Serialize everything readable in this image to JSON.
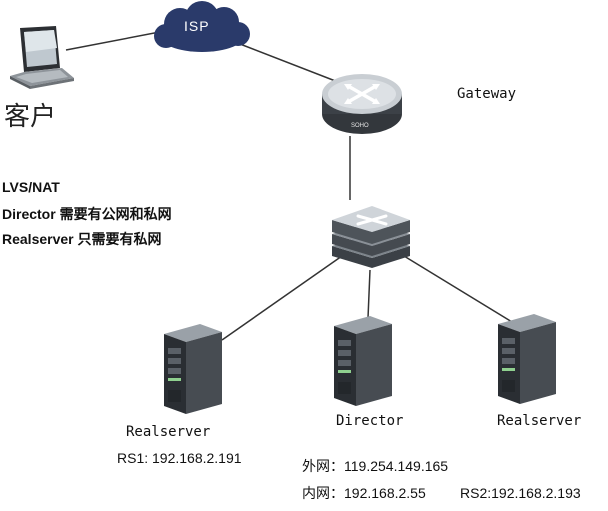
{
  "title": {
    "line1": "LVS/NAT",
    "line2": "Director 需要有公网和私网",
    "line3": "Realserver 只需要有私网"
  },
  "nodes": {
    "client": {
      "label": "客户",
      "icon": "laptop-icon"
    },
    "isp": {
      "label": "ISP",
      "icon": "cloud-icon",
      "color": "#2a3a6a"
    },
    "gateway": {
      "label": "Gateway",
      "icon": "router-icon",
      "badge": "SOHO"
    },
    "switch": {
      "icon": "switch-icon"
    },
    "realserver1": {
      "label": "Realserver",
      "ip": "RS1: 192.168.2.191",
      "icon": "server-icon"
    },
    "director": {
      "label": "Director",
      "icon": "server-icon",
      "public_ip": "外网：119.254.149.165",
      "private_ip": "内网：192.168.2.55"
    },
    "realserver2": {
      "label": "Realserver",
      "ip": "RS2:192.168.2.193",
      "icon": "server-icon"
    }
  },
  "colors": {
    "line": "#333333",
    "device": "#3a3f45",
    "device_light": "#c7ccd1"
  }
}
